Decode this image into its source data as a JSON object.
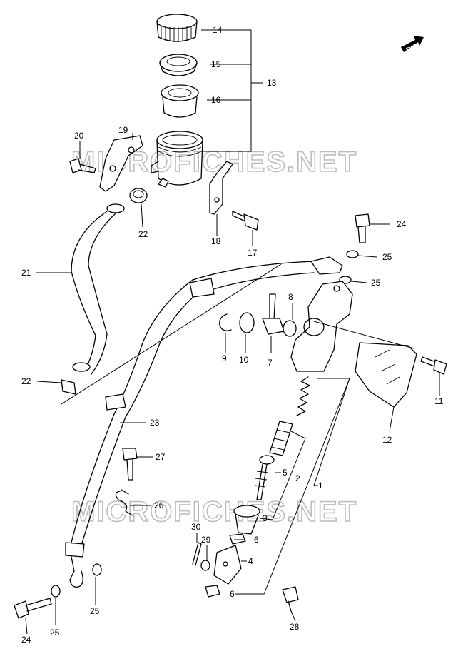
{
  "watermark": "MICROFICHES.NET",
  "direction_badge": "FWD",
  "callouts": [
    "1",
    "2",
    "3",
    "4",
    "5",
    "6",
    "7",
    "8",
    "9",
    "10",
    "11",
    "12",
    "13",
    "14",
    "15",
    "16",
    "17",
    "18",
    "19",
    "20",
    "21",
    "22",
    "23",
    "24",
    "25",
    "26",
    "27",
    "28",
    "29",
    "30"
  ]
}
